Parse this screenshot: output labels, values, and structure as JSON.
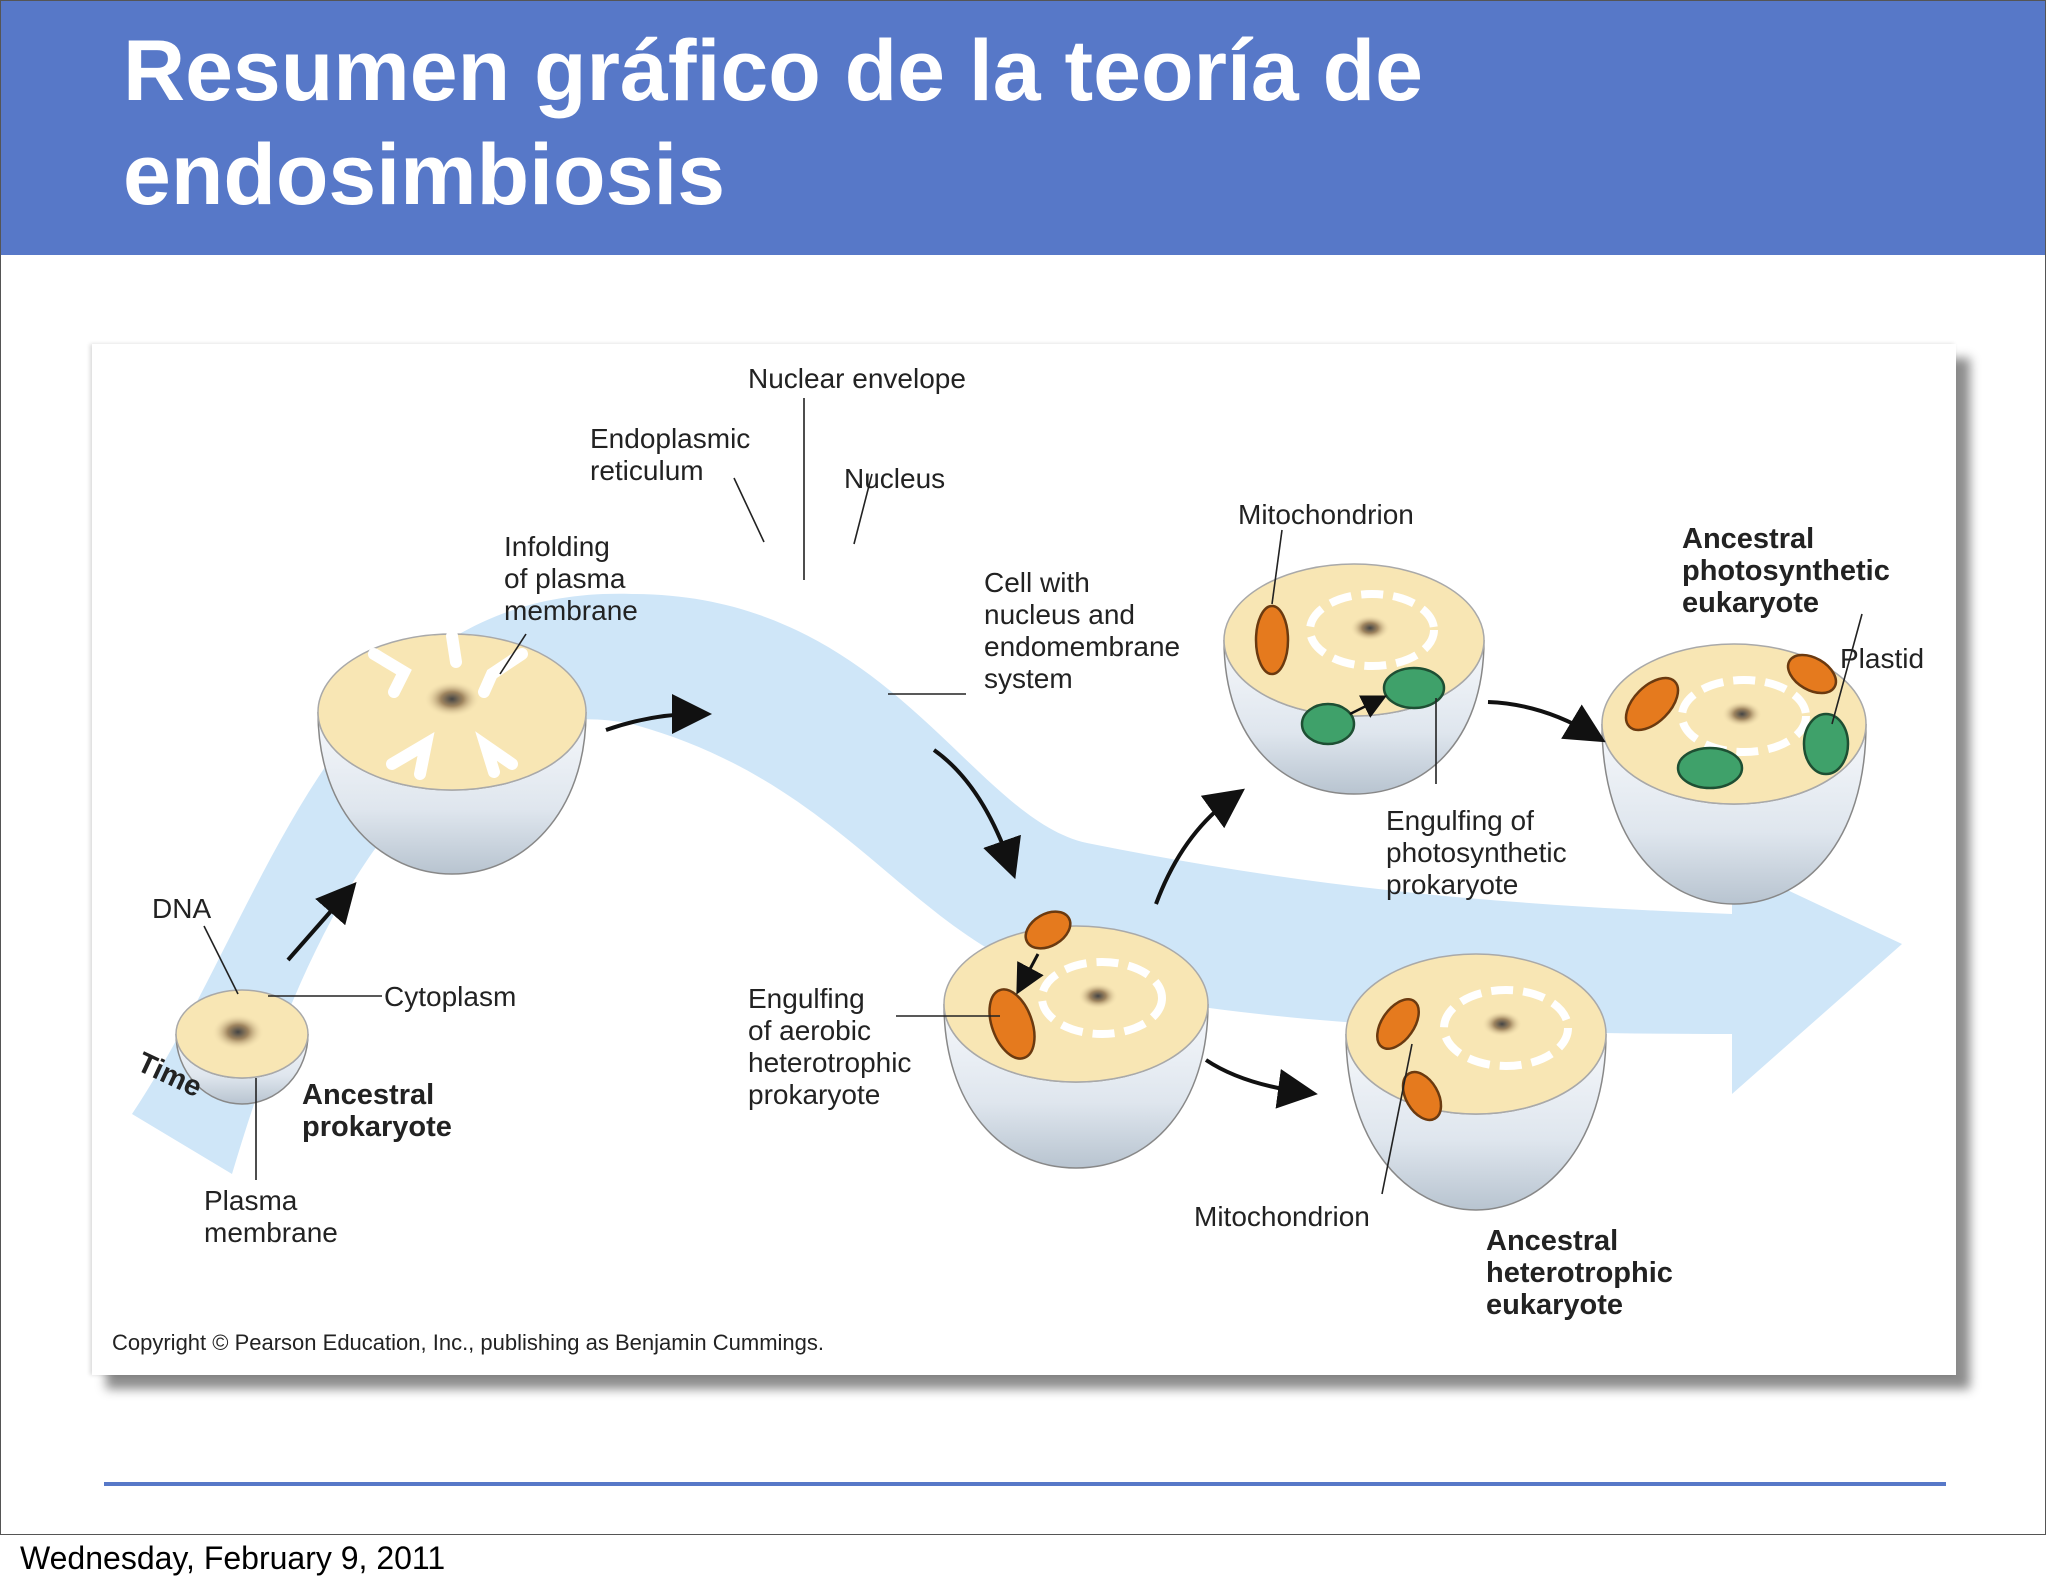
{
  "slide": {
    "title": "Resumen gráfico de la teoría  de\nendosimbiosis",
    "date": "Wednesday, February 9, 2011"
  },
  "figure": {
    "time_label": "Time",
    "copyright": "Copyright © Pearson Education, Inc., publishing as Benjamin Cummings.",
    "labels": {
      "dna": "DNA",
      "cytoplasm": "Cytoplasm",
      "plasma_membrane": [
        "Plasma",
        "membrane"
      ],
      "ancestral_prokaryote": [
        "Ancestral",
        "prokaryote"
      ],
      "infolding": [
        "Infolding",
        "of plasma",
        "membrane"
      ],
      "endoplasmic_reticulum": [
        "Endoplasmic",
        "reticulum"
      ],
      "nuclear_envelope": "Nuclear envelope",
      "nucleus": "Nucleus",
      "cell_with_nucleus": [
        "Cell with",
        "nucleus and",
        "endomembrane",
        "system"
      ],
      "engulfing_aerobic": [
        "Engulfing",
        "of aerobic",
        "heterotrophic",
        "prokaryote"
      ],
      "mitochondrion_top": "Mitochondrion",
      "mitochondrion_bottom": "Mitochondrion",
      "engulfing_photosynthetic": [
        "Engulfing of",
        "photosynthetic",
        "prokaryote"
      ],
      "ancestral_heterotrophic": [
        "Ancestral",
        "heterotrophic",
        "eukaryote"
      ],
      "ancestral_photosynthetic": [
        "Ancestral",
        "photosynthetic",
        "eukaryote"
      ],
      "plastid": "Plastid"
    }
  },
  "colors": {
    "title_bar": "#5778c8",
    "time_arrow": "#cfe6f8",
    "cytoplasm": "#f8e6b4",
    "cell_shell": "#e8eef4",
    "mitochondrion": "#e57a1e",
    "plastid": "#3fa16a"
  }
}
